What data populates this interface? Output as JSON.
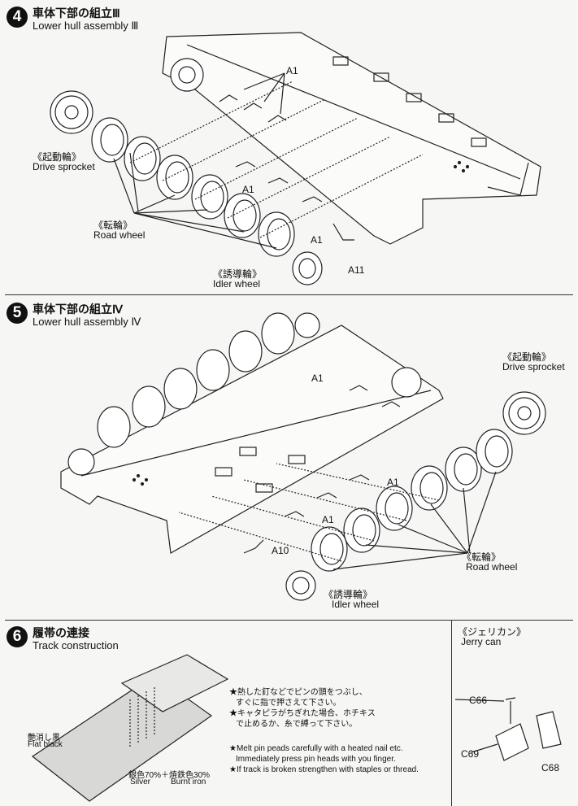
{
  "steps": [
    {
      "number": "4",
      "title_jp": "車体下部の組立Ⅲ",
      "title_en": "Lower hull assembly Ⅲ"
    },
    {
      "number": "5",
      "title_jp": "車体下部の組立Ⅳ",
      "title_en": "Lower hull assembly Ⅳ"
    },
    {
      "number": "6",
      "title_jp": "履帯の連接",
      "title_en": "Track construction"
    }
  ],
  "step4": {
    "sprocket_jp": "《起動輪》",
    "sprocket_en": "Drive sprocket",
    "road_jp": "《転輪》",
    "road_en": "Road wheel",
    "idler_jp": "《誘導輪》",
    "idler_en": "Idler wheel",
    "parts": [
      "A1",
      "A1",
      "A1",
      "A11"
    ]
  },
  "step5": {
    "sprocket_jp": "《起動輪》",
    "sprocket_en": "Drive sprocket",
    "road_jp": "《転輪》",
    "road_en": "Road wheel",
    "idler_jp": "《誘導輪》",
    "idler_en": "Idler wheel",
    "parts": [
      "A1",
      "A1",
      "A1",
      "A10"
    ]
  },
  "step6": {
    "flat_jp": "艶消し黒",
    "flat_en": "Flat black",
    "mix_jp": "銀色70%＋焼鉄色30%",
    "silver_en": "Silver",
    "burnt_en": "Burnt iron",
    "note_jp_1": "★熱した釘などでピンの頭をつぶし、",
    "note_jp_2": "すぐに指で押さえて下さい。",
    "note_jp_3": "★キャタピラがちぎれた場合、ホチキス",
    "note_jp_4": "で止めるか、糸で縛って下さい。",
    "note_en_1": "★Melt pin peads carefully with a heated nail etc.",
    "note_en_2": "Immediately press pin heads with you finger.",
    "note_en_3": "★If track is broken strengthen with staples or thread."
  },
  "jerry": {
    "title_jp": "《ジェリカン》",
    "title_en": "Jerry can",
    "parts": [
      "C66",
      "C69",
      "C68"
    ]
  }
}
